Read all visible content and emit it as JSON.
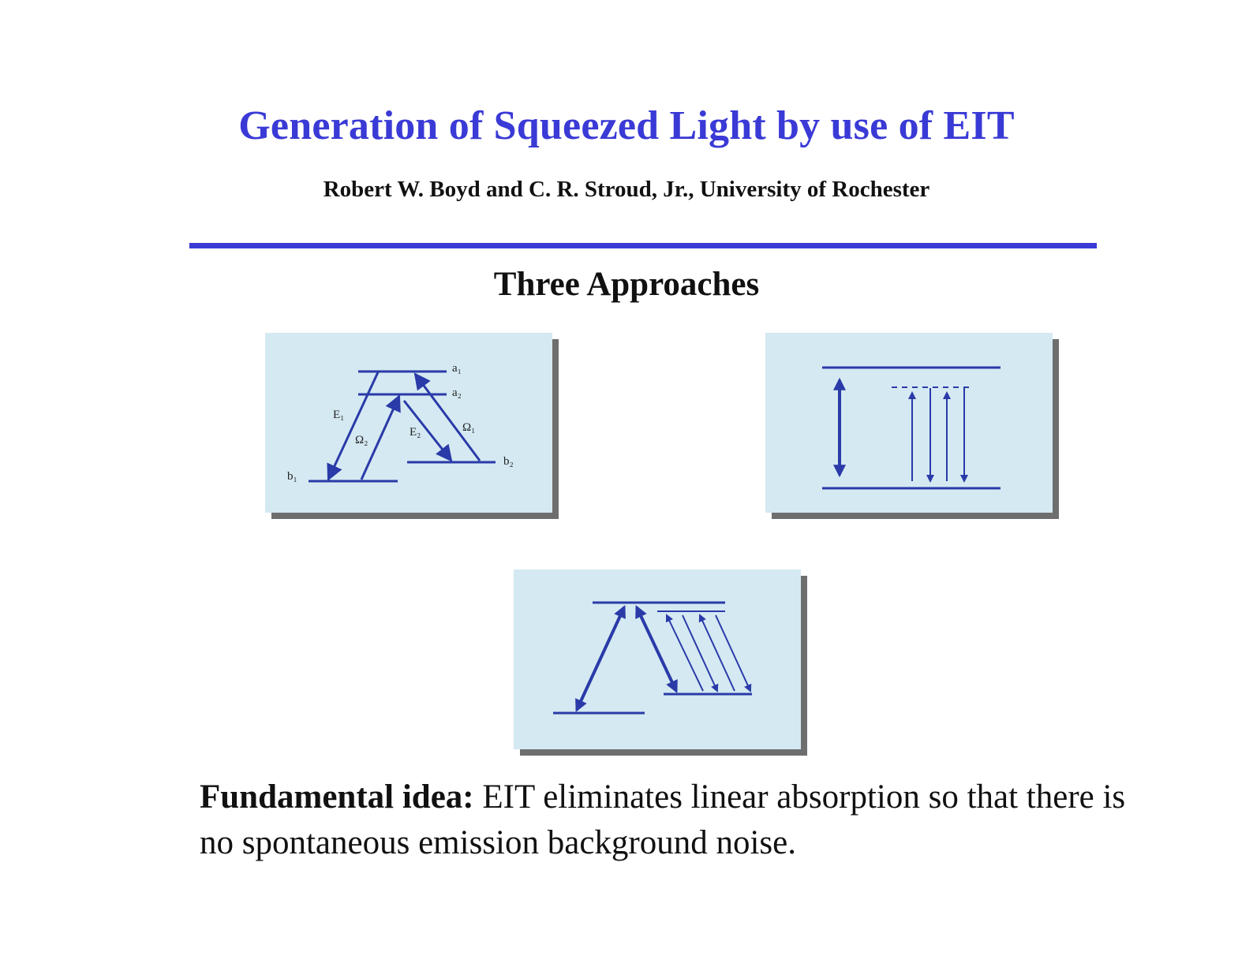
{
  "slide": {
    "title": "Generation of Squeezed Light by use of EIT",
    "authors": "Robert W. Boyd and C. R. Stroud, Jr., University of Rochester",
    "subtitle": "Three Approaches",
    "idea_lead": "Fundamental idea:",
    "idea_text": " EIT eliminates linear absorption so that there is no spontaneous emission background noise."
  },
  "diagram1": {
    "labels": {
      "a1": "a₁",
      "a2": "a₂",
      "b1": "b₁",
      "b2": "b₂",
      "E1": "E₁",
      "E2": "E₂",
      "Omega1": "Ω₁",
      "Omega2": "Ω₂"
    }
  },
  "colors": {
    "accent": "#3a3ad6",
    "panel_bg": "#d4e9f2",
    "line": "#2a3aa8"
  }
}
